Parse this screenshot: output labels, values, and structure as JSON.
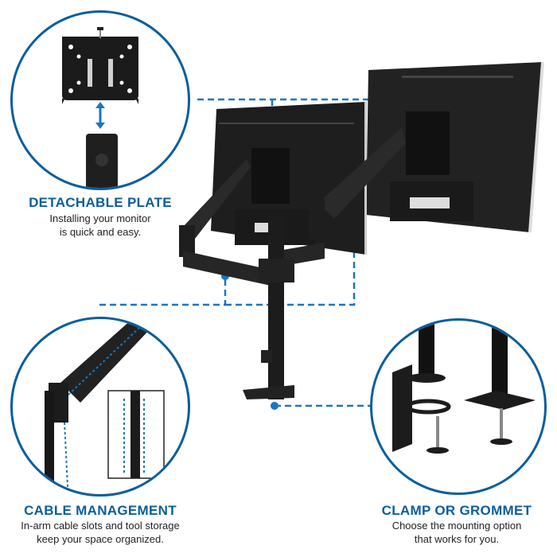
{
  "features": [
    {
      "title": "DETACHABLE PLATE",
      "line1": "Installing your monitor",
      "line2": "is quick and easy."
    },
    {
      "title": "CABLE MANAGEMENT",
      "line1": "In-arm cable slots and tool storage",
      "line2": "keep your space organized."
    },
    {
      "title": "CLAMP OR GROMMET",
      "line1": "Choose the mounting option",
      "line2": "that works for you."
    }
  ],
  "colors": {
    "accent": "#0b5e9c",
    "product": "#1c1c1c",
    "background": "#ffffff"
  }
}
